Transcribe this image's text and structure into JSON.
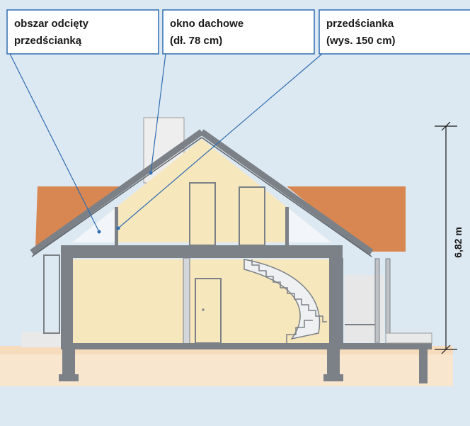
{
  "callouts": [
    {
      "line1": "obszar odcięty",
      "line2": "przedścianką"
    },
    {
      "line1": "okno dachowe",
      "line2": "(dł. 78 cm)"
    },
    {
      "line1": "przedścianka",
      "line2": "(wys. 150 cm)"
    }
  ],
  "dimension": {
    "height_label": "6,82 m"
  },
  "colors": {
    "sky": "#dde9f2",
    "interior": "#f7e7bd",
    "wall": "#e9e9e9",
    "roof_tile": "#d88752",
    "structure": "#7c8187",
    "ground": "#f3d0a6",
    "callout_line": "#2e6db1"
  }
}
